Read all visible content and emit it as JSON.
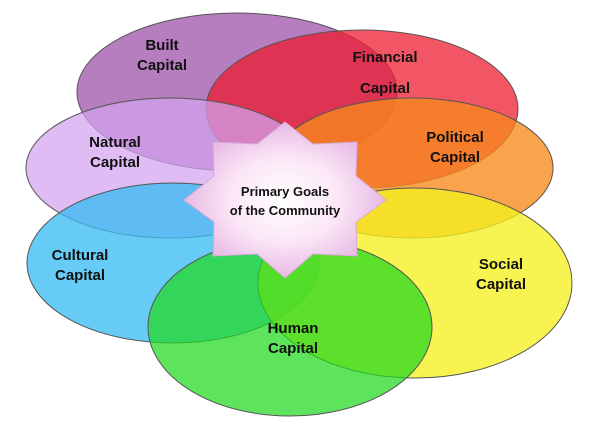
{
  "diagram": {
    "center": {
      "line1": "Primary Goals",
      "line2": "of the Community"
    },
    "capitals": {
      "built": {
        "line1": "Built",
        "line2": "Capital",
        "color": "#a158ad"
      },
      "financial": {
        "line1": "Financial",
        "line2": "Capital",
        "color": "#ee1a2e"
      },
      "natural": {
        "line1": "Natural",
        "line2": "Capital",
        "color": "#d3a2ef"
      },
      "political": {
        "line1": "Political",
        "line2": "Capital",
        "color": "#f7891b"
      },
      "cultural": {
        "line1": "Cultural",
        "line2": "Capital",
        "color": "#3bbdf2"
      },
      "social": {
        "line1": "Social",
        "line2": "Capital",
        "color": "#f5ef1f"
      },
      "human": {
        "line1": "Human",
        "line2": "Capital",
        "color": "#20d81f"
      }
    }
  }
}
